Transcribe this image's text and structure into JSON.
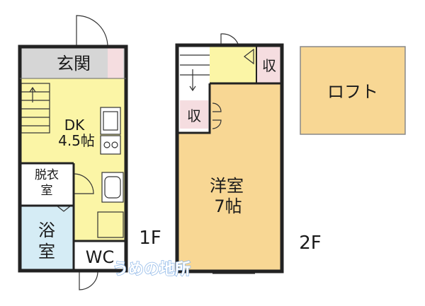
{
  "floor1": {
    "label": "1F",
    "rooms": {
      "entrance": "玄関",
      "dk_line1": "DK",
      "dk_line2": "4.5帖",
      "washroom_line1": "脱衣",
      "washroom_line2": "室",
      "bath_line1": "浴",
      "bath_line2": "室",
      "wc": "WC"
    }
  },
  "floor2": {
    "label": "2F",
    "rooms": {
      "storage_top": "収",
      "storage_left": "収",
      "western_line1": "洋室",
      "western_line2": "7帖"
    }
  },
  "loft": {
    "label": "ロフト"
  },
  "watermark": "うめの地所",
  "colors": {
    "dk": "#fbf5a6",
    "entrance": "#d6d6d6",
    "bath": "#d5ecf5",
    "washroom": "#ffffff",
    "wc": "#ffffff",
    "western": "#f8d794",
    "storage": "#f5dde0",
    "loft": "#f8d794",
    "wall": "#222222"
  }
}
